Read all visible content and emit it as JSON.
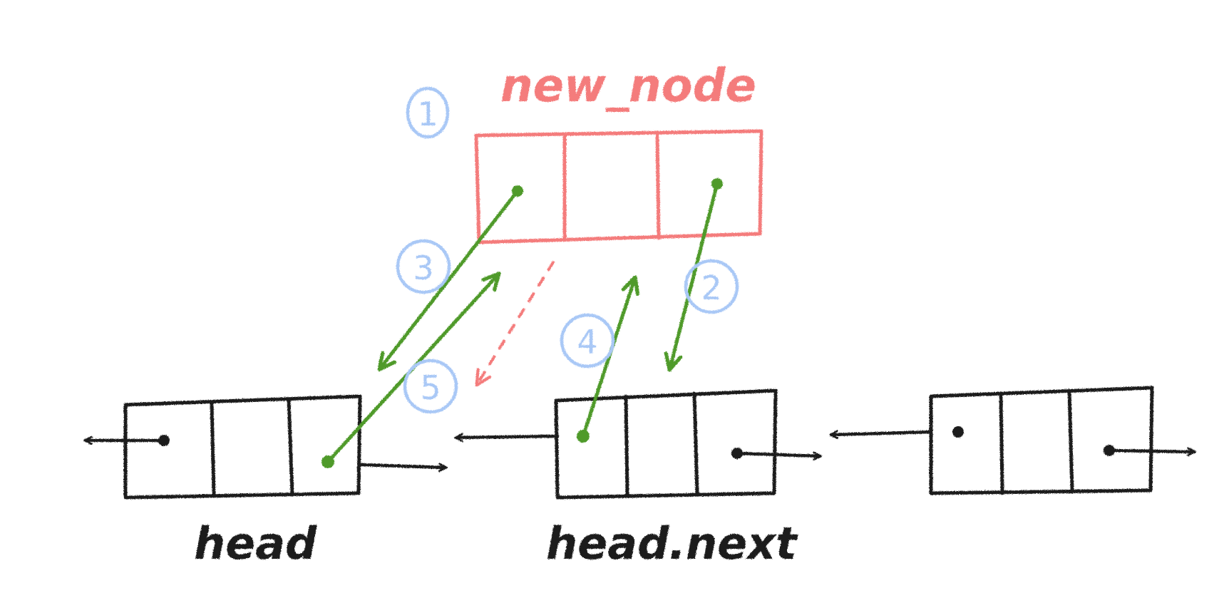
{
  "new_node_label": "new_node",
  "nodes": [
    {
      "id": "prev",
      "label": ""
    },
    {
      "id": "head",
      "label": "head"
    },
    {
      "id": "head_next",
      "label": "head.next"
    },
    {
      "id": "next_node",
      "label": ""
    }
  ],
  "steps": [
    "1",
    "2",
    "3",
    "4",
    "5"
  ],
  "colors": {
    "node_outline": "#1c1c1c",
    "new_node": "#f47b7b",
    "pointer_green": "#4f9a2c",
    "step_circle": "#a9c8f6"
  }
}
